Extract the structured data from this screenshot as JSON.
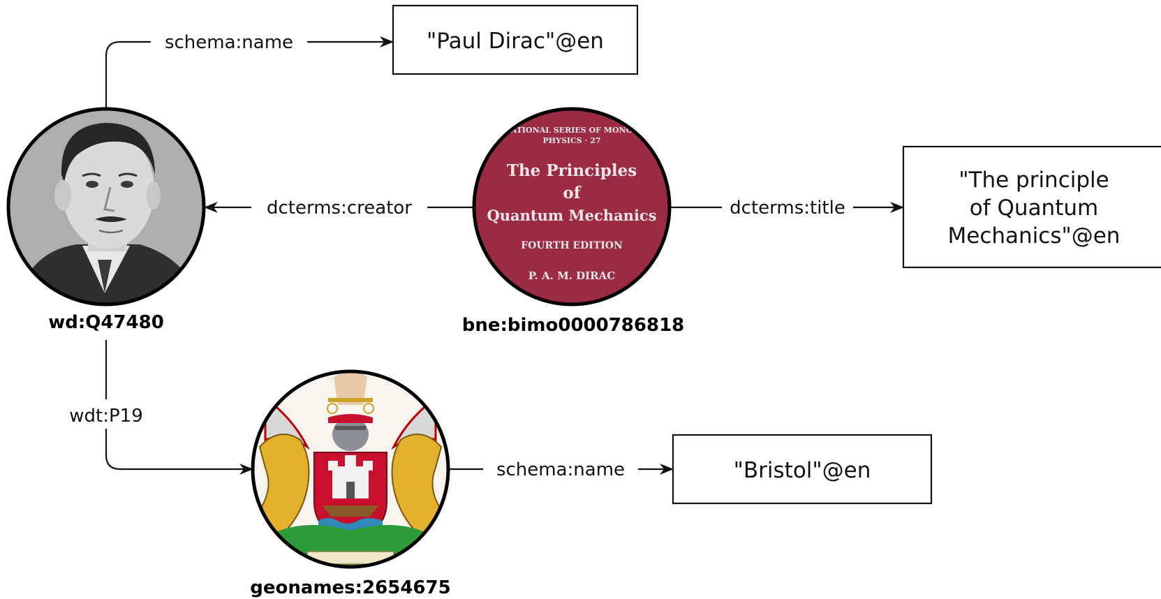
{
  "nodes": {
    "dirac": {
      "id": "wd:Q47480",
      "image": "portrait-photo"
    },
    "book": {
      "id": "bne:bimo0000786818",
      "image": "book-cover",
      "cover": {
        "series_line1": "ATIONAL SERIES OF MONO",
        "series_line2": "PHYSICS · 27",
        "title_line1": "The Principles",
        "title_line2": "of",
        "title_line3": "Quantum Mechanics",
        "edition": "FOURTH EDITION",
        "author": "P. A. M. DIRAC",
        "bg_color": "#9b2a43",
        "edition_color": "#e8a6b8"
      }
    },
    "bristol": {
      "id": "geonames:2654675",
      "image": "coat-of-arms"
    }
  },
  "literals": {
    "name_dirac": "\"Paul Dirac\"@en",
    "title_line1": "\"The principle",
    "title_line2": "of Quantum",
    "title_line3": "Mechanics\"@en",
    "name_bristol": "\"Bristol\"@en"
  },
  "edges": {
    "schema_name_top": "schema:name",
    "creator": "dcterms:creator",
    "title": "dcterms:title",
    "birthplace": "wdt:P19",
    "schema_name_bottom": "schema:name"
  }
}
